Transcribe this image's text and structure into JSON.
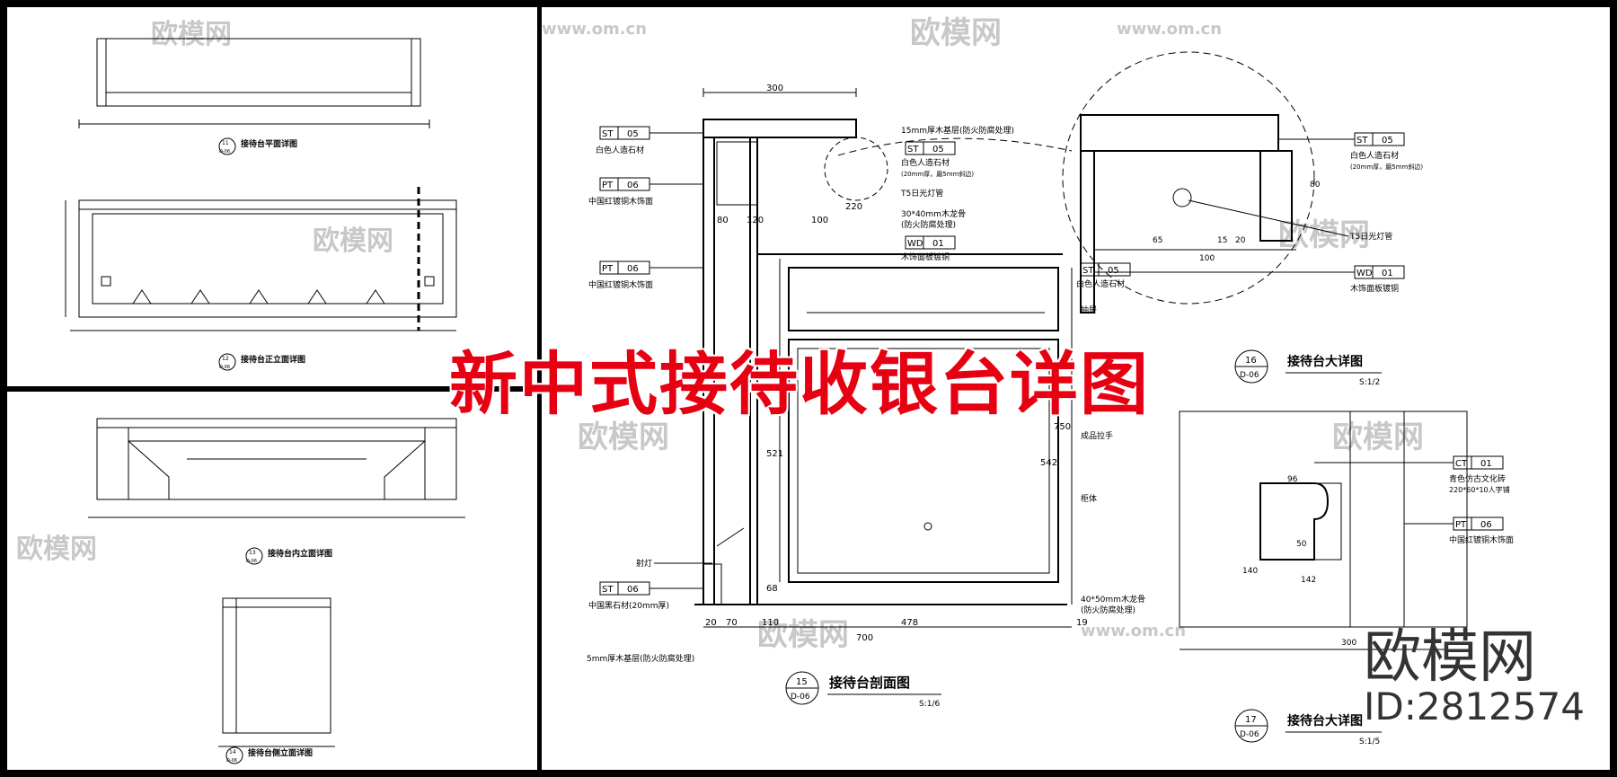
{
  "title": "新中式接待收银台详图",
  "brand": {
    "logo": "欧模网",
    "id": "ID:2812574",
    "watermark_text": "欧模网",
    "watermark_url": "www.om.cn"
  },
  "left_top": {
    "plan_title": "接待台平面详图",
    "plan_no": "11",
    "plan_sheet": "D-06",
    "elev_title": "接待台正立面详图",
    "elev_no": "12",
    "elev_sheet": "D-06"
  },
  "left_bottom": {
    "inner_title": "接待台内立面详图",
    "inner_no": "13",
    "inner_sheet": "D-06",
    "side_title": "接待台侧立面详图",
    "side_no": "14",
    "side_sheet": "D-06"
  },
  "section": {
    "title": "接待台剖面图",
    "no": "15",
    "sheet": "D-06",
    "scale": "S:1/6",
    "tags": [
      {
        "code": "ST",
        "num": "05",
        "label": "白色人造石材"
      },
      {
        "code": "PT",
        "num": "06",
        "label": "中国红镀铜木饰面"
      },
      {
        "code": "PT",
        "num": "06",
        "label": "中国红镀铜木饰面"
      },
      {
        "code": "ST",
        "num": "06",
        "label": "中国黑石材(20mm厚)"
      }
    ],
    "right_tags": [
      {
        "code": "ST",
        "num": "05",
        "label": "白色人造石材"
      },
      {
        "code": "WD",
        "num": "01",
        "label": "木饰面板镀铜"
      },
      {
        "code": "ST",
        "num": "05",
        "label": "白色人造石材"
      }
    ],
    "notes": {
      "top_board": "15mm厚木基层(防火防腐处理)",
      "stone_spec": "(20mm厚，磨5mm斜边)",
      "light": "T5日光灯管",
      "keel": "30*40mm木龙骨",
      "keel_sub": "(防火防腐处理)",
      "drawer": "抽屉",
      "handle": "成品拉手",
      "cabinet": "柜体",
      "spot": "射灯",
      "base": "5mm厚木基层(防火防腐处理)",
      "keel2": "40*50mm木龙骨",
      "keel2_sub": "(防火防腐处理)"
    },
    "dims": {
      "top": "300",
      "d80": "80",
      "d120": "120",
      "d100": "100",
      "d220": "220",
      "d521": "521",
      "d542": "542",
      "d750": "750",
      "d68": "68",
      "b20": "20",
      "b70": "70",
      "b110": "110",
      "b478": "478",
      "b700": "700",
      "b19": "19"
    }
  },
  "detail16": {
    "title": "接待台大详图",
    "no": "16",
    "sheet": "D-06",
    "scale": "S:1/2",
    "tag1": {
      "code": "ST",
      "num": "05",
      "label": "白色人造石材",
      "spec": "(20mm厚，磨5mm斜边)"
    },
    "light": "T5日光灯管",
    "tag2": {
      "code": "WD",
      "num": "01",
      "label": "木饰面板镀铜"
    },
    "dims": {
      "d65": "65",
      "d15": "15",
      "d20": "20",
      "d100": "100",
      "d80": "80"
    }
  },
  "detail17": {
    "title": "接待台大详图",
    "no": "17",
    "sheet": "D-06",
    "scale": "S:1/5",
    "tag1": {
      "code": "CT",
      "num": "01",
      "label": "青色仿古文化砖",
      "spec": "220*60*10人字铺"
    },
    "tag2": {
      "code": "PT",
      "num": "06",
      "label": "中国红镀铜木饰面"
    },
    "dims": {
      "d96": "96",
      "d50": "50",
      "d142": "142",
      "d140": "140",
      "d300": "300"
    }
  }
}
